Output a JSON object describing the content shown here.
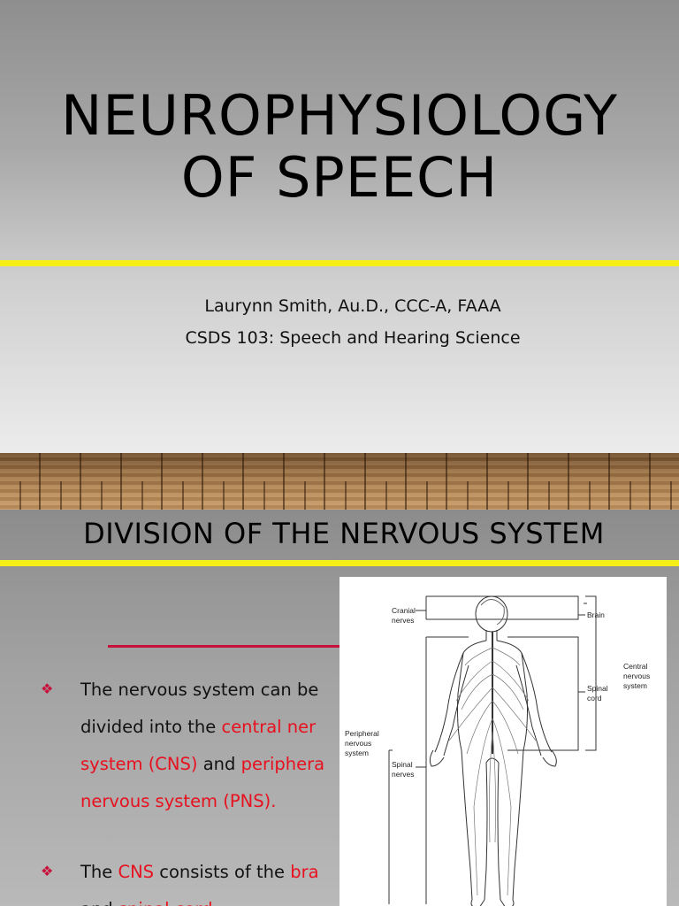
{
  "slide1": {
    "title_line1": "NEUROPHYSIOLOGY",
    "title_line2": "OF SPEECH",
    "author": "Laurynn Smith,  Au.D., CCC-A, FAAA",
    "course": "CSDS 103: Speech and Hearing Science"
  },
  "slide2": {
    "title": "DIVISION OF THE NERVOUS SYSTEM",
    "bullet1": {
      "line1": "The nervous system can be",
      "line2_a": "divided into the ",
      "line2_b": "central ner",
      "line3_a": "system (CNS)",
      "line3_b": " and ",
      "line3_c": "periphera",
      "line4": "nervous system (PNS)."
    },
    "bullet2": {
      "line1_a": "The ",
      "line1_b": "CNS",
      "line1_c": " consists of the ",
      "line1_d": "bra",
      "line2_a": "and ",
      "line2_b": "spinal cord"
    },
    "figure_labels": {
      "cranial": "Cranial\nnerves",
      "brain": "Brain",
      "cns": "Central\nnervous\nsystem",
      "spinal_cord": "Spinal\ncord",
      "pns": "Peripheral\nnervous\nsystem",
      "spinal_nerves": "Spinal\nnerves"
    }
  },
  "colors": {
    "accent_yellow": "#f5ee17",
    "accent_red": "#e8101e",
    "bullet_red": "#c8103c"
  }
}
